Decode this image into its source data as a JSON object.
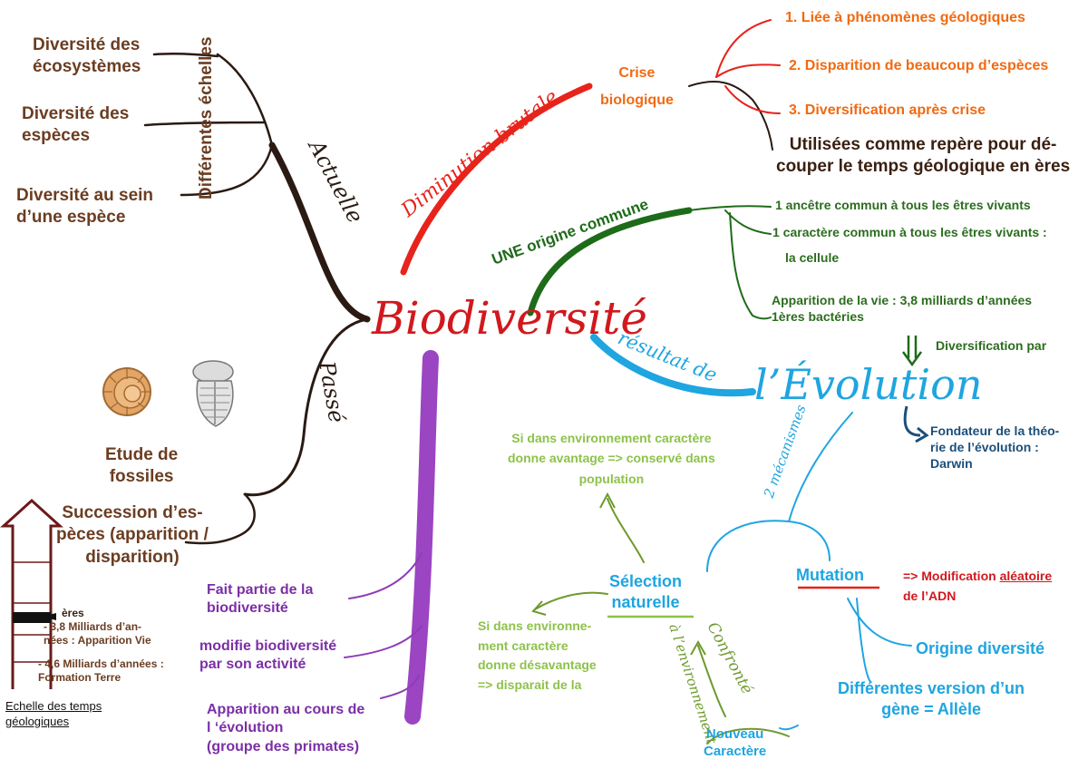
{
  "center": {
    "title": "Biodiversité"
  },
  "left": {
    "branch_actuelle": "Actuelle",
    "branch_passe": "Passé",
    "echelles_label": "Différentes échelles",
    "diversite_ecosystemes": "Diversité  des\nécosystèmes",
    "diversite_especes": "Diversité des\nespèces",
    "diversite_espece": "Diversité au sein\nd’une espèce",
    "etude_fossiles": "Etude de\nfossiles",
    "succession": "Succession d’es-\npèces (apparition /\ndisparition)"
  },
  "timescale": {
    "eres": "ères",
    "apparition_vie": "- 3,8 Milliards d’an-\nnées :  Apparition Vie",
    "formation_terre": "- 4,6 Milliards d’années :\nFormation Terre",
    "title": "Echelle des temps\ngéologiques"
  },
  "crise": {
    "branch": "Diminution brutale",
    "label": "Crise\nbiologique",
    "items": [
      "1. Liée à phénomènes géologiques",
      "2. Disparition de beaucoup d’espèces",
      "3. Diversification après crise"
    ],
    "repere": "Utilisées comme repère pour dé-\ncouper le temps géologique en ères"
  },
  "origine": {
    "branch": "UNE origine commune",
    "ancetre": "1 ancêtre commun à tous les êtres vivants",
    "caractere": "1 caractère commun à tous les êtres vivants :",
    "cellule": "la cellule",
    "apparition": "Apparition de la vie : 3,8 milliards d’années\n1ères bactéries"
  },
  "evolution": {
    "branch": "résultat de",
    "title": "l’Évolution",
    "diversification": "Diversification par",
    "fondateur": "Fondateur de la théo-\nrie de l’évolution :\nDarwin",
    "mecanismes": "2 mécanismes"
  },
  "mecanismes": {
    "selection": "Sélection\nnaturelle",
    "si_avantage": "Si dans environnement caractère\ndonne avantage => conservé dans\npopulation",
    "si_desavantage": "Si dans environne-\nment caractère\ndonne désavantage\n=> disparait de la",
    "confronte": "Confronté",
    "a_environnement": "à l’environnement",
    "nouveau": "Nouveau\nCaractère",
    "mutation": "Mutation",
    "modification_prefix": "=> Modification ",
    "modification_word": "aléatoire",
    "modification_suffix": "de l’ADN",
    "origine_diversite": "Origine diversité",
    "differentes": "Différentes version d’un\ngène = Allèle"
  },
  "humain": {
    "fait_partie": "Fait partie de la\nbiodiversité",
    "modifie": "modifie biodiversité\npar son activité",
    "apparition": "Apparition au cours de\nl ‘évolution\n(groupe des primates)"
  },
  "colors": {
    "brown": "#6b3d22",
    "orange": "#f06a12",
    "red": "#e8231b",
    "green": "#1e6b1a",
    "light_green": "#8ec24a",
    "cyan": "#1fa5e0",
    "navy": "#1b4f7a",
    "purple": "#8e3cb8"
  },
  "icons": [
    "ammonite-fossil-icon",
    "trilobite-fossil-icon",
    "double-down-arrow-icon"
  ]
}
